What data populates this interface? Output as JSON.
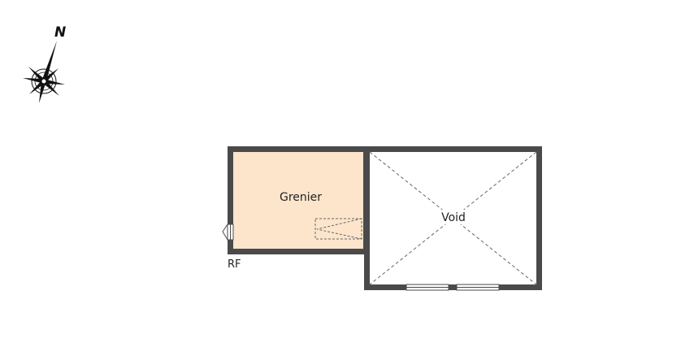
{
  "compass": {
    "label": "N",
    "icon": "compass-rose-icon"
  },
  "floor": {
    "label": "RF"
  },
  "rooms": [
    {
      "id": "grenier",
      "label": "Grenier",
      "fill": "#fde5cc"
    },
    {
      "id": "void",
      "label": "Void",
      "fill": "#ffffff"
    }
  ],
  "colors": {
    "wall": "#4a4a4a",
    "dashed": "#666666",
    "window": "#4a4a4a"
  },
  "icons": [
    "compass-rose-icon",
    "ladder-hatch-icon",
    "door-icon",
    "window-icon"
  ]
}
